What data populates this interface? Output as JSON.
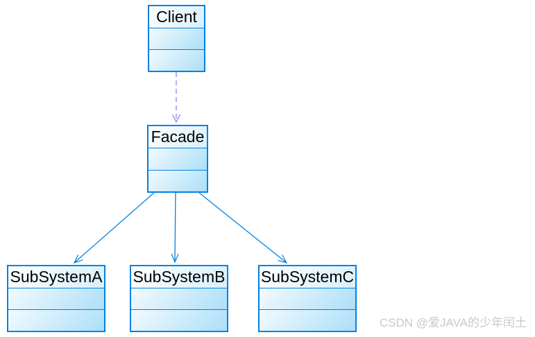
{
  "diagram": {
    "type": "uml-class-diagram",
    "pattern": "Facade",
    "classes": [
      {
        "name": "Client"
      },
      {
        "name": "Facade"
      },
      {
        "name": "SubSystemA"
      },
      {
        "name": "SubSystemB"
      },
      {
        "name": "SubSystemC"
      }
    ],
    "relations": [
      {
        "from": "Client",
        "to": "Facade",
        "type": "dependency",
        "line": "dashed",
        "arrowhead": "open"
      },
      {
        "from": "Facade",
        "to": "SubSystemA",
        "type": "association",
        "line": "solid",
        "arrowhead": "open"
      },
      {
        "from": "Facade",
        "to": "SubSystemB",
        "type": "association",
        "line": "solid",
        "arrowhead": "open"
      },
      {
        "from": "Facade",
        "to": "SubSystemC",
        "type": "association",
        "line": "solid",
        "arrowhead": "open"
      }
    ]
  },
  "colors": {
    "box_border": "#0081E2",
    "fill_light": "#F3FAFE",
    "fill_dark": "#ACDFF8",
    "title_fill_light": "#FEFFFF",
    "title_fill_dark": "#D8EFFB",
    "solid_arrow": "#0081E2",
    "dashed_arrow": "#8585F2",
    "watermark": "#C9C9C9"
  },
  "watermark": {
    "text": "CSDN @爱JAVA的少年闰土"
  }
}
